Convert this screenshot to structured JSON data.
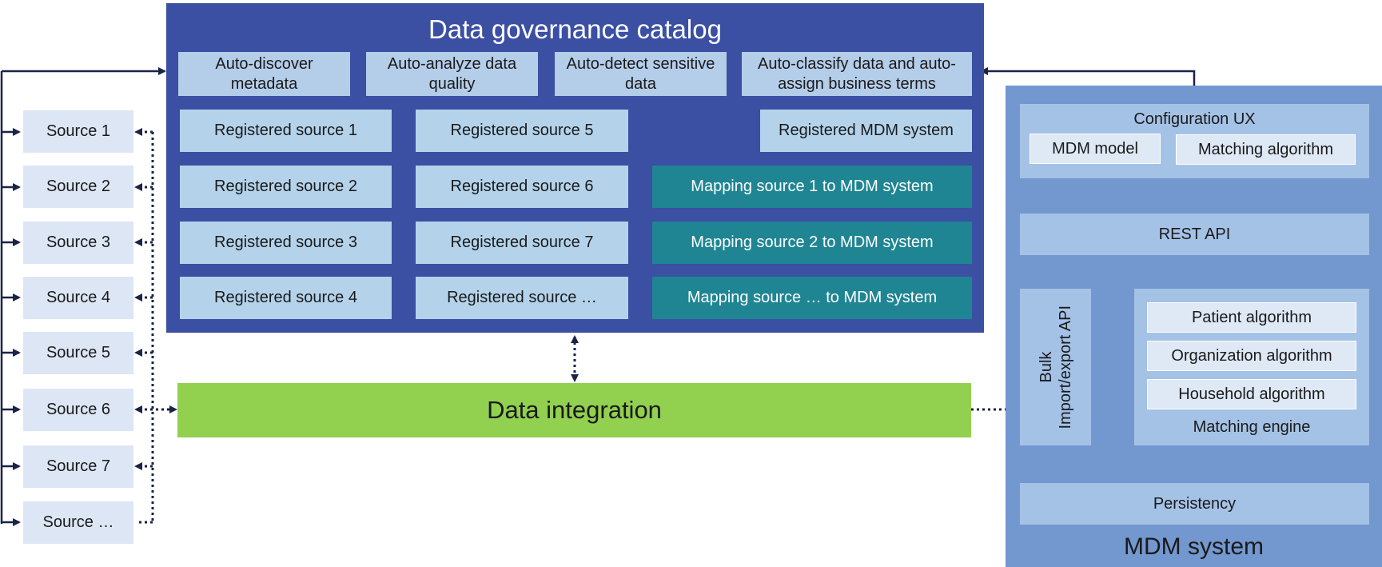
{
  "sources": [
    "Source 1",
    "Source 2",
    "Source 3",
    "Source 4",
    "Source 5",
    "Source 6",
    "Source 7",
    "Source …"
  ],
  "catalog": {
    "title": "Data governance catalog",
    "features": [
      "Auto-discover metadata",
      "Auto-analyze data quality",
      "Auto-detect sensitive data",
      "Auto-classify data and auto-assign business terms"
    ],
    "registered_col1": [
      "Registered source 1",
      "Registered source 2",
      "Registered source 3",
      "Registered source 4"
    ],
    "registered_col2": [
      "Registered source 5",
      "Registered source 6",
      "Registered source 7",
      "Registered source …"
    ],
    "registered_mdm": "Registered MDM system",
    "mappings": [
      "Mapping source 1 to MDM system",
      "Mapping source 2 to MDM system",
      "Mapping source … to MDM system"
    ]
  },
  "integration": {
    "label": "Data integration"
  },
  "mdm": {
    "title": "MDM system",
    "config": {
      "title": "Configuration UX",
      "model": "MDM model",
      "matching": "Matching algorithm"
    },
    "rest_api": "REST API",
    "bulk_api": {
      "line1": "Bulk",
      "line2": "Import/export API"
    },
    "matching_engine": {
      "title": "Matching engine",
      "algorithms": [
        "Patient algorithm",
        "Organization algorithm",
        "Household algorithm"
      ]
    },
    "persistency": "Persistency"
  },
  "colors": {
    "catalog": "#3b4fa3",
    "mapping": "#1f8593",
    "integration": "#92d050",
    "mdm": "#7397cf",
    "panel": "#a4c2e6",
    "registered": "#b4d3eb"
  }
}
